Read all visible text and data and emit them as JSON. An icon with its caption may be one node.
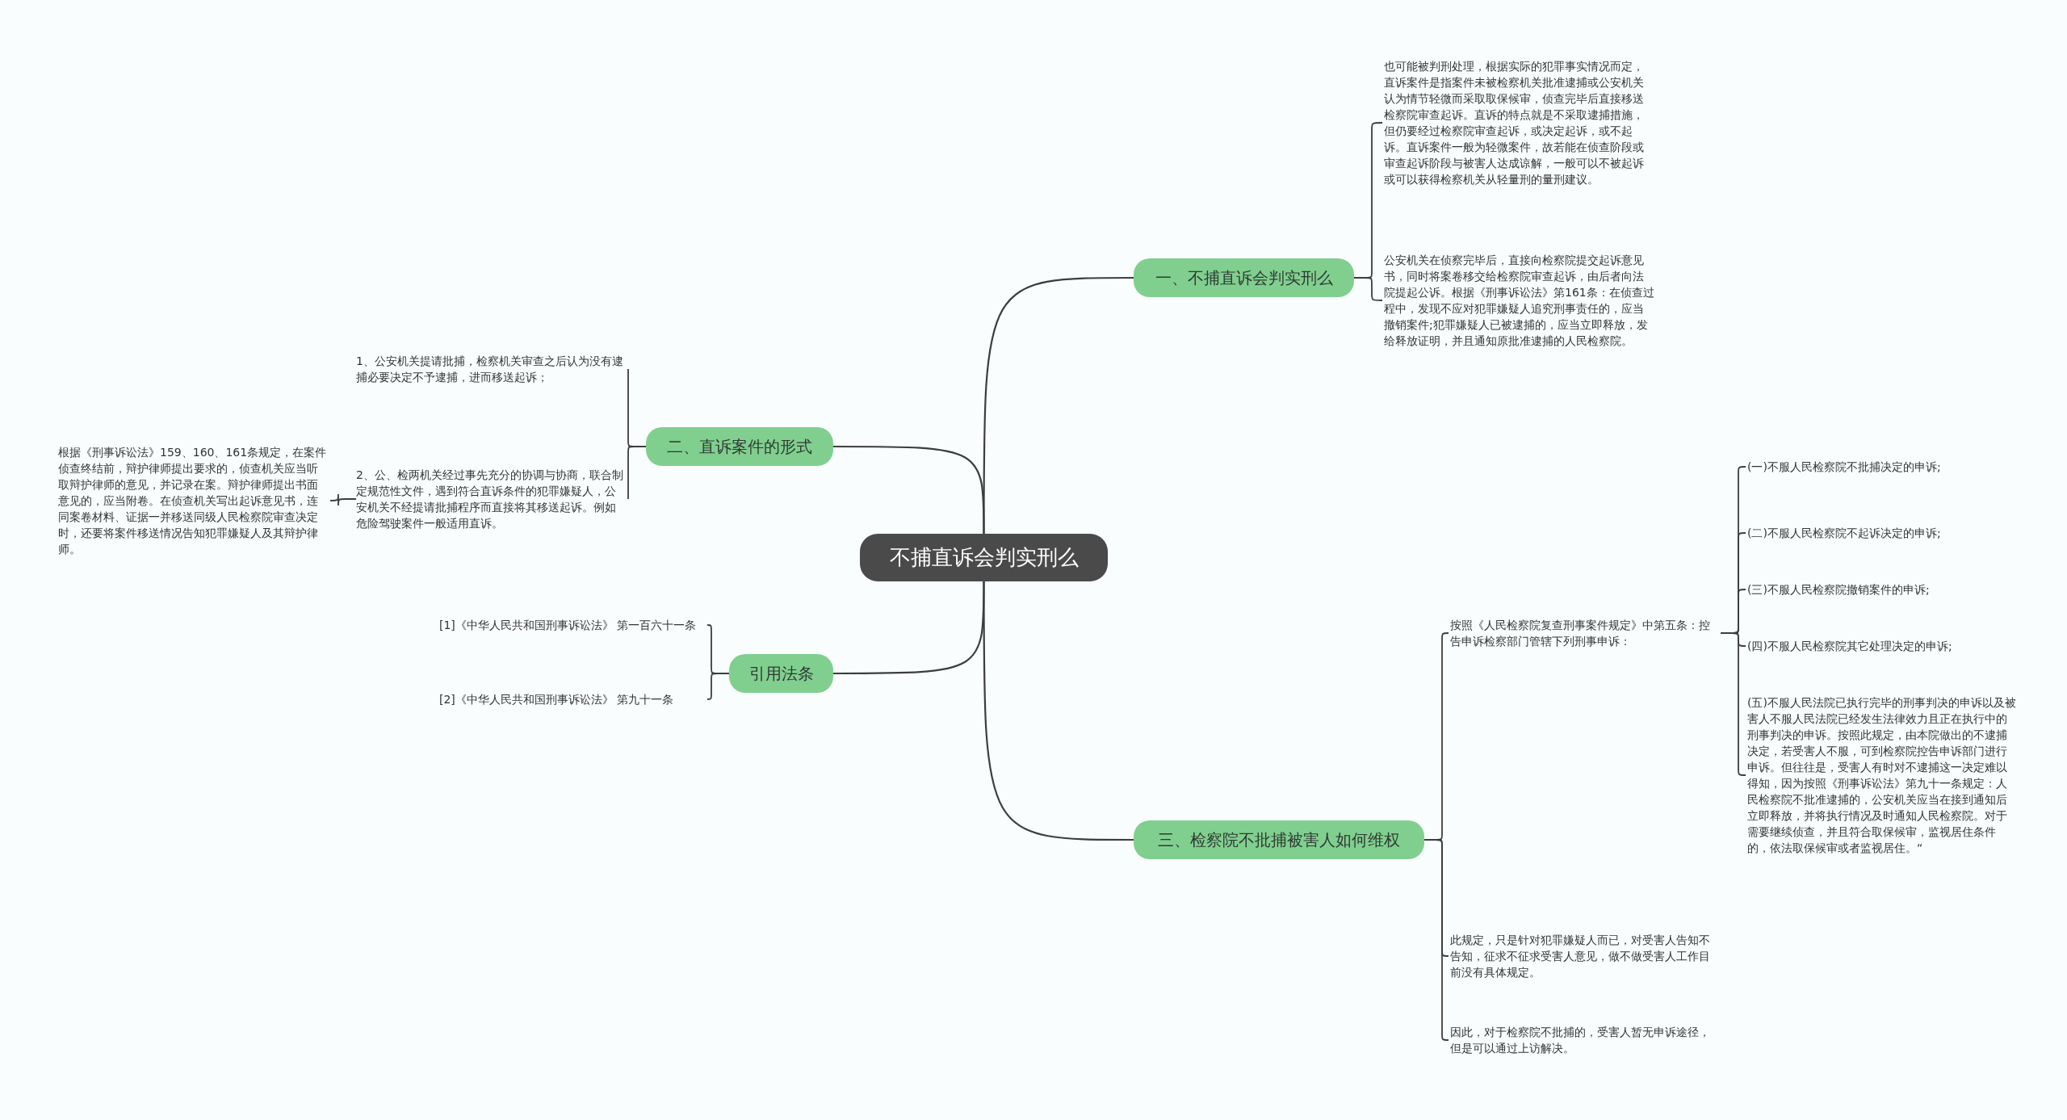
{
  "diagram": {
    "nodes": [
      {
        "text": [
          "不捕直诉会判实刑么"
        ]
      },
      {
        "text": [
          "一、不捕直诉会判实刑么"
        ]
      },
      {
        "text": [
          "也可能被判刑处理，根据实际的犯罪事实情况而定，直诉案件是指案件未被检察机关批准逮捕或公安机关认为情节轻微而采取取保候审，侦查完毕后直接移送检察院审查起诉。直诉的特点就是不采取逮捕措施，但仍要经过检察院审查起诉，或决定起诉，或不起诉。直诉案件一般为轻微案件，故若能在侦查阶段或审查起诉阶段与被害人达成谅解，一般可以不被起诉或可以获得检察机关从轻量刑的量刑建议。"
        ]
      },
      {
        "text": [
          "公安机关在侦察完毕后，直接向检察院提交起诉意见书，同时将案卷移交给检察院审查起诉，由后者向法院提起公诉。根据《刑事诉讼法》第161条：在侦查过程中，发现不应对犯罪嫌疑人追究刑事责任的，应当撤销案件;犯罪嫌疑人已被逮捕的，应当立即释放，发给释放证明，并且通知原批准逮捕的人民检察院。"
        ]
      },
      {
        "text": [
          "二、直诉案件的形式"
        ]
      },
      {
        "text": [
          "1、公安机关提请批捕，检察机关审查之后认为没有逮捕必要决定不予逮捕，进而移送起诉；"
        ]
      },
      {
        "text": [
          "2、公、检两机关经过事先充分的协调与协商，联合制定规范性文件，遇到符合直诉条件的犯罪嫌疑人，公安机关不经提请批捕程序而直接将其移送起诉。例如危险驾驶案件一般适用直诉。"
        ]
      },
      {
        "text": [
          "根据《刑事诉讼法》159、160、161条规定，在案件侦查终结前，辩护律师提出要求的，侦查机关应当听取辩护律师的意见，并记录在案。辩护律师提出书面意见的，应当附卷。在侦查机关写出起诉意见书，连同案卷材料、证据一并移送同级人民检察院审查决定时，还要将案件移送情况告知犯罪嫌疑人及其辩护律师。"
        ]
      },
      {
        "text": [
          "引用法条"
        ]
      },
      {
        "text": [
          "[1]《中华人民共和国刑事诉讼法》 第一百六十一条"
        ]
      },
      {
        "text": [
          "[2]《中华人民共和国刑事诉讼法》 第九十一条"
        ]
      },
      {
        "text": [
          "三、检察院不批捕被害人如何维权"
        ]
      },
      {
        "text": [
          "按照《人民检察院复查刑事案件规定》中第五条：控告申诉检察部门管辖下列刑事申诉："
        ]
      },
      {
        "text": [
          "(一)不服人民检察院不批捕决定的申诉;"
        ]
      },
      {
        "text": [
          "(二)不服人民检察院不起诉决定的申诉;"
        ]
      },
      {
        "text": [
          "(三)不服人民检察院撤销案件的申诉;"
        ]
      },
      {
        "text": [
          "(四)不服人民检察院其它处理决定的申诉;"
        ]
      },
      {
        "text": [
          "(五)不服人民法院已执行完毕的刑事判决的申诉以及被害人不服人民法院已经发生法律效力且正在执行中的刑事判决的申诉。按照此规定，由本院做出的不逮捕决定，若受害人不服，可到检察院控告申诉部门进行申诉。但往往是，受害人有时对不逮捕这一决定难以得知，因为按照《刑事诉讼法》第九十一条规定：人民检察院不批准逮捕的，公安机关应当在接到通知后立即释放，并将执行情况及时通知人民检察院。对于需要继续侦查，并且符合取保候审，监视居住条件的，依法取保候审或者监视居住。“"
        ]
      },
      {
        "text": [
          "此规定，只是针对犯罪嫌疑人而已，对受害人告知不告知，征求不征求受害人意见，做不做受害人工作目前没有具体规定。"
        ]
      },
      {
        "text": [
          "因此，对于检察院不批捕的，受害人暂无申诉途径，但是可以通过上访解决。"
        ]
      }
    ],
    "edges": [
      {
        "from": 0,
        "to": 1,
        "arrow": "none"
      },
      {
        "from": 1,
        "to": 2,
        "arrow": "none"
      },
      {
        "from": 1,
        "to": 3,
        "arrow": "none"
      },
      {
        "from": 0,
        "to": 4,
        "arrow": "none"
      },
      {
        "from": 4,
        "to": 5,
        "arrow": "none"
      },
      {
        "from": 4,
        "to": 6,
        "arrow": "none"
      },
      {
        "from": 6,
        "to": 7,
        "arrow": "none"
      },
      {
        "from": 0,
        "to": 8,
        "arrow": "none"
      },
      {
        "from": 8,
        "to": 9,
        "arrow": "none"
      },
      {
        "from": 8,
        "to": 10,
        "arrow": "none"
      },
      {
        "from": 0,
        "to": 11,
        "arrow": "none"
      },
      {
        "from": 11,
        "to": 12,
        "arrow": "none"
      },
      {
        "from": 12,
        "to": 13,
        "arrow": "none"
      },
      {
        "from": 12,
        "to": 14,
        "arrow": "none"
      },
      {
        "from": 12,
        "to": 15,
        "arrow": "none"
      },
      {
        "from": 12,
        "to": 16,
        "arrow": "none"
      },
      {
        "from": 12,
        "to": 17,
        "arrow": "none"
      },
      {
        "from": 11,
        "to": 18,
        "arrow": "none"
      },
      {
        "from": 11,
        "to": 19,
        "arrow": "none"
      }
    ]
  }
}
